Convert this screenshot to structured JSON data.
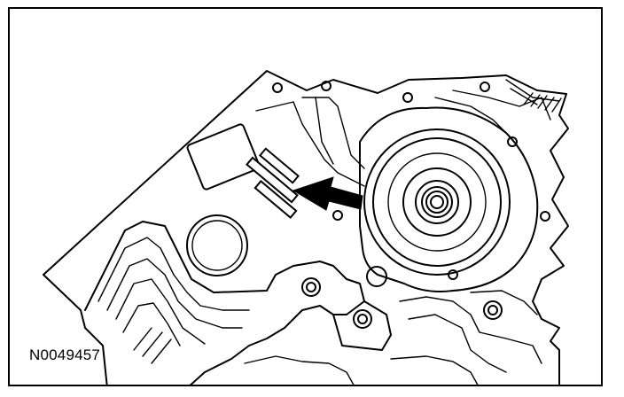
{
  "figure": {
    "id_label": "N0049457"
  },
  "colors": {
    "line": "#000000",
    "background": "#ffffff"
  },
  "components": {
    "housing": "engine-block-housing",
    "pump": "pump-housing-assembly",
    "arrow": "pointer-arrow",
    "shims": "shim-strips"
  }
}
